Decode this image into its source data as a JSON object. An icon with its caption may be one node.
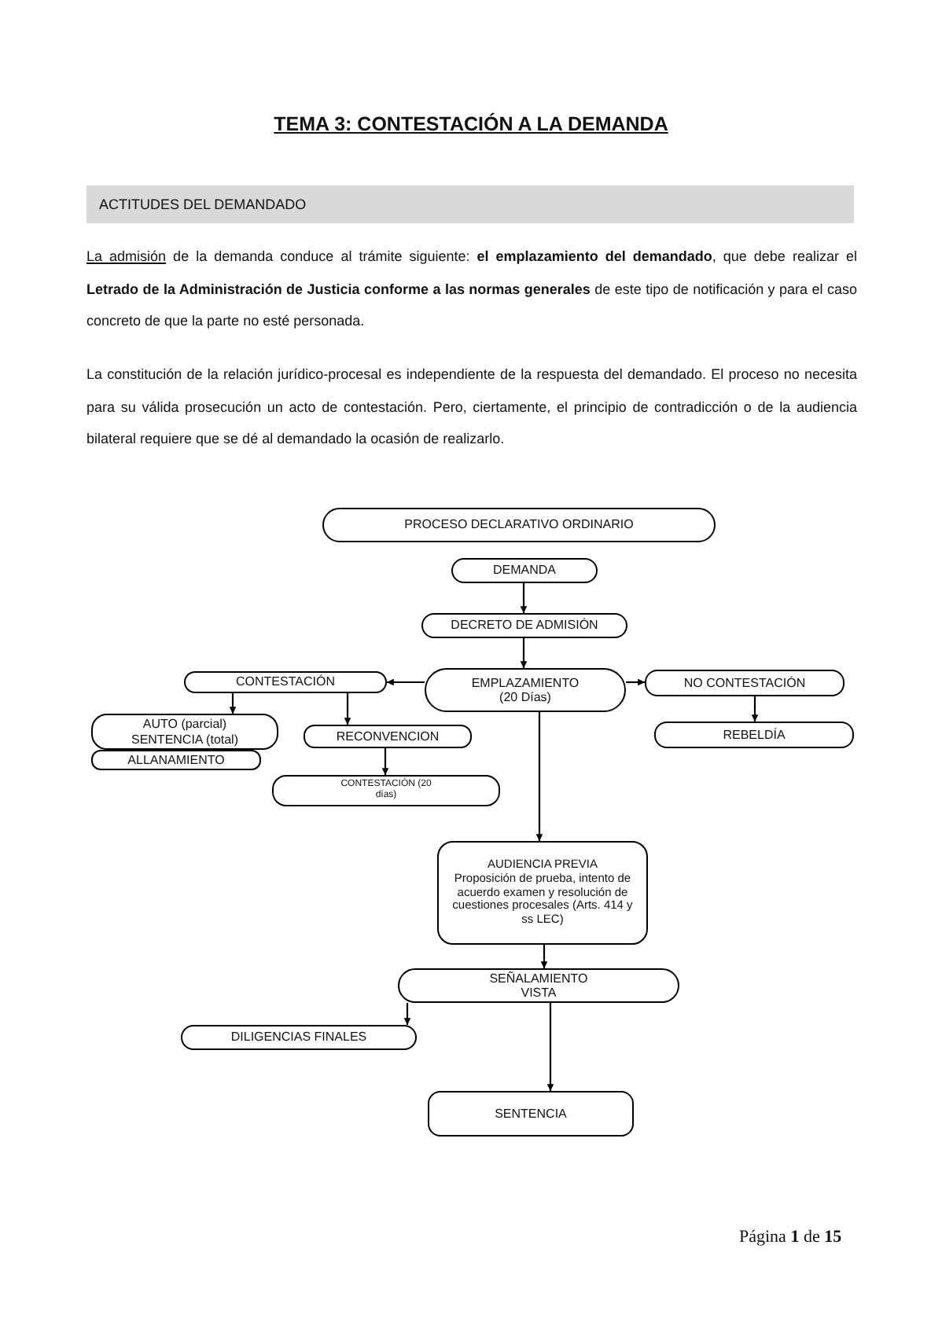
{
  "diagram": {
    "title": "TEMA 3: CONTESTACIÓN A LA DEMANDA",
    "nodes": [
      {
        "text": [
          "PROCESO DECLARATIVO ORDINARIO"
        ]
      },
      {
        "text": [
          "DEMANDA"
        ]
      },
      {
        "text": [
          "DECRETO DE ADMISIÓN"
        ]
      },
      {
        "text": [
          "EMPLAZAMIENTO (20 Días)"
        ]
      },
      {
        "text": [
          "CONTESTACIÓN"
        ]
      },
      {
        "text": [
          "NO CONTESTACIÓN"
        ]
      },
      {
        "text": [
          "AUTO (parcial) SENTENCIA (total)"
        ]
      },
      {
        "text": [
          "ALLANAMIENTO"
        ]
      },
      {
        "text": [
          "RECONVENCION"
        ]
      },
      {
        "text": [
          "CONTESTACIÓN (20 días)"
        ]
      },
      {
        "text": [
          "REBELDÍA"
        ]
      },
      {
        "text": [
          "AUDIENCIA PREVIA",
          "Proposición de prueba, intento de acuerdo examen y resolución de cuestiones procesales (Arts. 414 y ss LEC)"
        ]
      },
      {
        "text": [
          "SEÑALAMIENTO VISTA"
        ]
      },
      {
        "text": [
          "DILIGENCIAS FINALES"
        ]
      },
      {
        "text": [
          "SENTENCIA"
        ]
      }
    ],
    "edges": [
      {
        "from": 1,
        "to": 2,
        "arrow": "to"
      },
      {
        "from": 2,
        "to": 3,
        "arrow": "to"
      },
      {
        "from": 3,
        "to": 4,
        "arrow": "to"
      },
      {
        "from": 3,
        "to": 5,
        "arrow": "to"
      },
      {
        "from": 5,
        "to": 10,
        "arrow": "to"
      },
      {
        "from": 4,
        "to": 6,
        "arrow": "to"
      },
      {
        "from": 4,
        "to": 8,
        "arrow": "to"
      },
      {
        "from": 8,
        "to": 9,
        "arrow": "to"
      },
      {
        "from": 3,
        "to": 11,
        "arrow": "to"
      },
      {
        "from": 11,
        "to": 12,
        "arrow": "to"
      },
      {
        "from": 12,
        "to": 13,
        "arrow": "to"
      },
      {
        "from": 12,
        "to": 14,
        "arrow": "to"
      }
    ],
    "labels": [
      "ACTITUDES DEL DEMANDADO",
      "*La admisión* de la demanda conduce al trámite siguiente: **el emplazamiento del demandado**, que debe realizar el **Letrado de la Administración de Justicia conforme a las normas generales** de este tipo de notificación y para el caso concreto de que la parte no esté personada.",
      "La constitución de la relación jurídico-procesal es independiente de la respuesta del demandado. El proceso no necesita para su válida prosecución un acto de contestación. Pero, ciertamente, el principio de contradicción o de la audiencia bilateral requiere que se dé al demandado la ocasión de realizarlo.",
      "Página **1** de **15**"
    ]
  }
}
